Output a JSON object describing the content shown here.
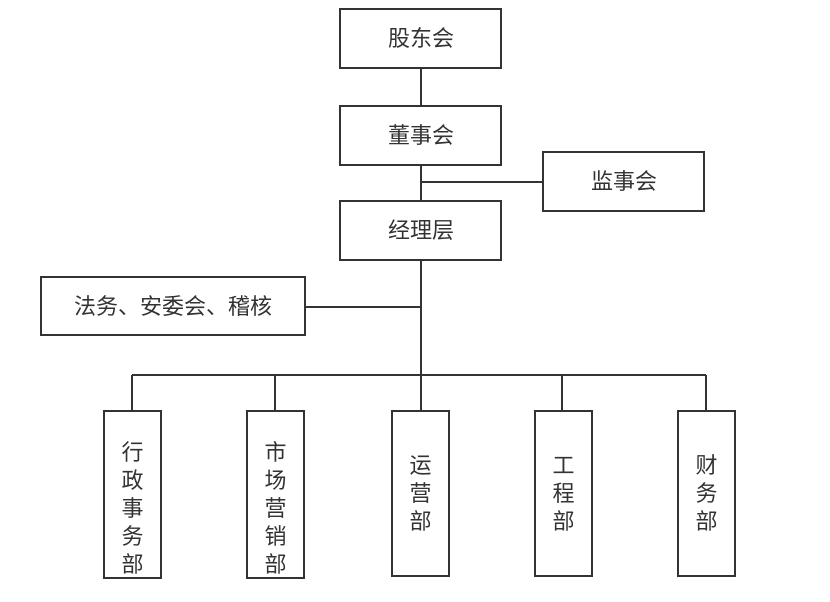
{
  "diagram": {
    "type": "org-chart",
    "nodes": {
      "shareholders": "股东会",
      "board": "董事会",
      "supervisors": "监事会",
      "management": "经理层",
      "legal": "法务、安委会、稽核",
      "admin": "行政事务部",
      "marketing": "市场营销部",
      "operations": "运营部",
      "engineering": "工程部",
      "finance": "财务部"
    },
    "edges": [
      [
        "shareholders",
        "board"
      ],
      [
        "board",
        "management"
      ],
      [
        "board",
        "supervisors"
      ],
      [
        "management",
        "legal"
      ],
      [
        "management",
        "admin"
      ],
      [
        "management",
        "marketing"
      ],
      [
        "management",
        "operations"
      ],
      [
        "management",
        "engineering"
      ],
      [
        "management",
        "finance"
      ]
    ]
  }
}
